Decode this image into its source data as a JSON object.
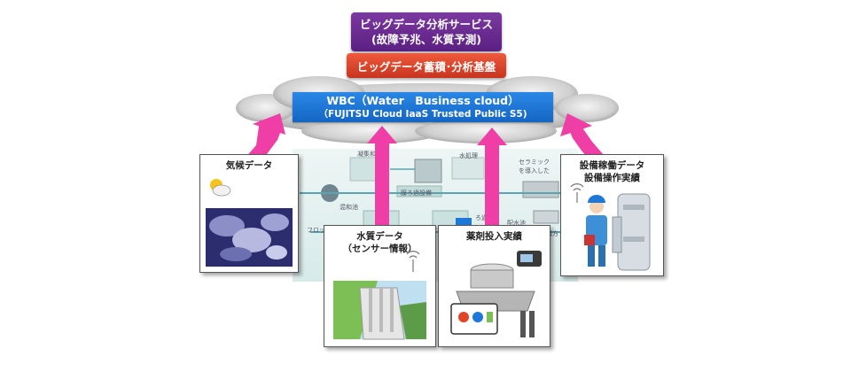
{
  "diagram": {
    "top_service": {
      "line1": "ビッグデータ分析サービス",
      "line2": "(故障予兆、水質予測)"
    },
    "platform": {
      "label": "ビッグデータ蓄積･分析基盤"
    },
    "cloud": {
      "line1": "WBC（Water　Business cloud）",
      "line2": "（FUJITSU Cloud IaaS Trusted Public S5)"
    },
    "cards": {
      "weather": {
        "title": "気候データ"
      },
      "water_quality": {
        "line1": "水質データ",
        "line2": "（センサー情報）"
      },
      "chemical": {
        "title": "薬剤投入実績"
      },
      "equipment": {
        "line1": "設備稼働データ",
        "line2": "設備操作実績"
      }
    },
    "background_labels": [
      "凝集和槽",
      "膜ろ過設備",
      "水処理",
      "セラミック",
      "を導入した",
      "混和池",
      "フロック",
      "ろ過池",
      "配水池",
      "燐方"
    ],
    "colors": {
      "purple": "#6a2c92",
      "red": "#e0452a",
      "blue": "#1e78d8",
      "arrow": "#ef3fa6"
    }
  }
}
